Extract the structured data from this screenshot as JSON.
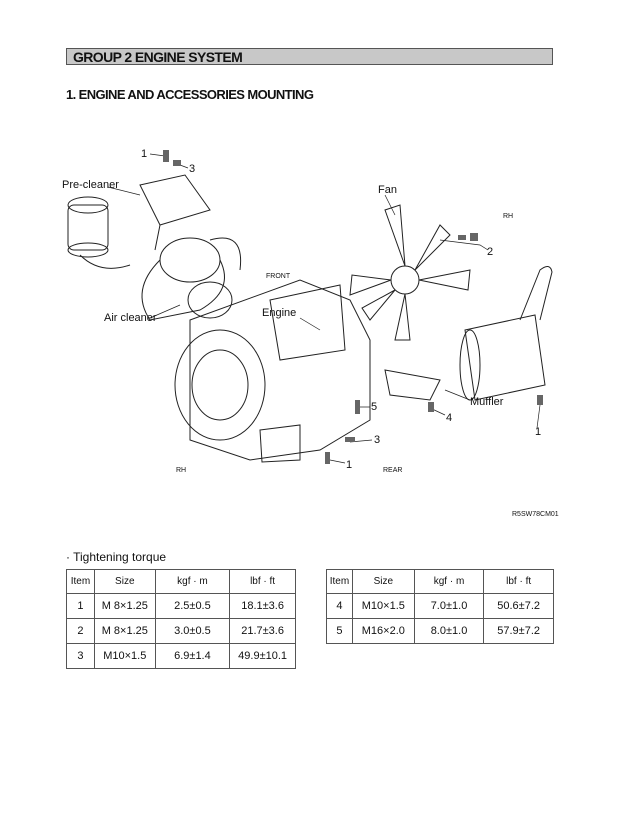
{
  "header": {
    "group_title": "GROUP  2  ENGINE SYSTEM",
    "section_title": "1. ENGINE AND ACCESSORIES MOUNTING"
  },
  "diagram": {
    "labels": {
      "pre_cleaner": "Pre-cleaner",
      "air_cleaner": "Air cleaner",
      "fan": "Fan",
      "engine": "Engine",
      "muffler": "Muffler",
      "front": "FRONT",
      "rear": "REAR",
      "rh_top": "RH",
      "rh_bottom": "RH"
    },
    "callouts": {
      "c1_top": "1",
      "c3_top": "3",
      "c2_fan": "2",
      "c5": "5",
      "c4": "4",
      "c1_muffler": "1",
      "c3_mount": "3",
      "c1_mount": "1"
    },
    "figure_code": "R5SW78CM01"
  },
  "torque": {
    "title": "· Tightening torque",
    "headers": [
      "Item",
      "Size",
      "kgf · m",
      "lbf · ft"
    ],
    "left_rows": [
      [
        "1",
        "M  8×1.25",
        "2.5±0.5",
        "18.1±3.6"
      ],
      [
        "2",
        "M  8×1.25",
        "3.0±0.5",
        "21.7±3.6"
      ],
      [
        "3",
        "M10×1.5",
        "6.9±1.4",
        "49.9±10.1"
      ]
    ],
    "right_rows": [
      [
        "4",
        "M10×1.5",
        "7.0±1.0",
        "50.6±7.2"
      ],
      [
        "5",
        "M16×2.0",
        "8.0±1.0",
        "57.9±7.2"
      ]
    ]
  }
}
